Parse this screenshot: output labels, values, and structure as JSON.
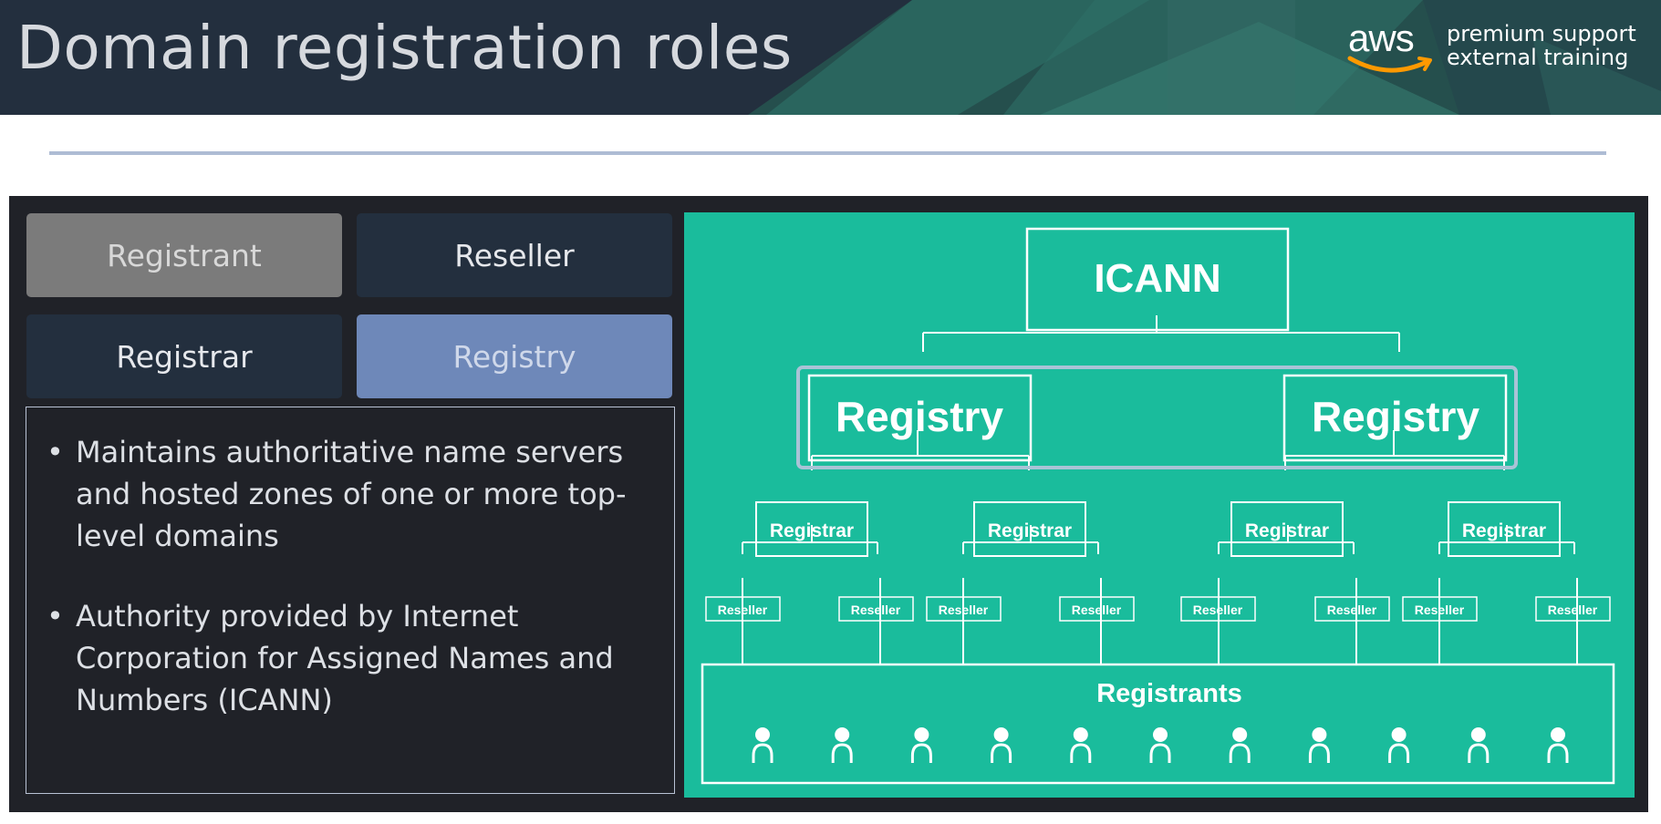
{
  "header": {
    "title": "Domain registration roles",
    "logo": {
      "wordmark": "aws",
      "line1": "premium support",
      "line2": "external training"
    }
  },
  "roles": [
    {
      "label": "Registrant",
      "state": "inactive"
    },
    {
      "label": "Reseller",
      "state": "default"
    },
    {
      "label": "Registrar",
      "state": "default"
    },
    {
      "label": "Registry",
      "state": "selected"
    }
  ],
  "description": {
    "bullets": [
      "Maintains authoritative name servers and hosted zones of one or more top-level domains",
      "Authority provided by Internet Corporation for Assigned Names and Numbers (ICANN)"
    ]
  },
  "diagram": {
    "root": "ICANN",
    "registries": [
      "Registry",
      "Registry"
    ],
    "registrars": [
      "Registrar",
      "Registrar",
      "Registrar",
      "Registrar"
    ],
    "resellers": [
      "Reseller",
      "Reseller",
      "Reseller",
      "Reseller",
      "Reseller",
      "Reseller",
      "Reseller",
      "Reseller"
    ],
    "registrants_label": "Registrants",
    "registrant_count": 11,
    "highlighted_level": "Registry"
  },
  "colors": {
    "header_bg": "#232f3e",
    "diagram_bg": "#1abc9c",
    "selected_role": "#6e88b9",
    "inactive_role": "#7b7b7b",
    "dark_role": "#232f3e",
    "panel_bg": "#202228",
    "highlight_outline": "#a9c3d6",
    "logo_smile": "#f90"
  }
}
